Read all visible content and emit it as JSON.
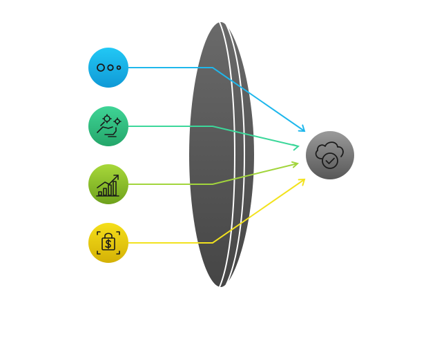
{
  "colors": {
    "background": "#ffffff",
    "lens_dark": "#454545",
    "lens_light": "#6a6a6a",
    "lens_edge": "#ffffff",
    "target_light": "#9a9a9a",
    "target_dark": "#575757",
    "icon_stroke": "#1a1a1a"
  },
  "inputs": [
    {
      "id": "dots",
      "icon": "three-dots-icon",
      "color_top": "#22c8f5",
      "color_bottom": "#0f99d6",
      "line_color": "#1fb7ec"
    },
    {
      "id": "hand",
      "icon": "hand-with-gears-icon",
      "color_top": "#3fd496",
      "color_bottom": "#24a66a",
      "line_color": "#3cd79a"
    },
    {
      "id": "growth",
      "icon": "growth-chart-icon",
      "color_top": "#a8d83a",
      "color_bottom": "#6ea11c",
      "line_color": "#a2d53c"
    },
    {
      "id": "shopping",
      "icon": "shopping-bag-dollar-icon",
      "color_top": "#f5df1a",
      "color_bottom": "#d4b106",
      "line_color": "#f2e21e"
    }
  ],
  "target": {
    "icon": "cloud-check-icon"
  }
}
